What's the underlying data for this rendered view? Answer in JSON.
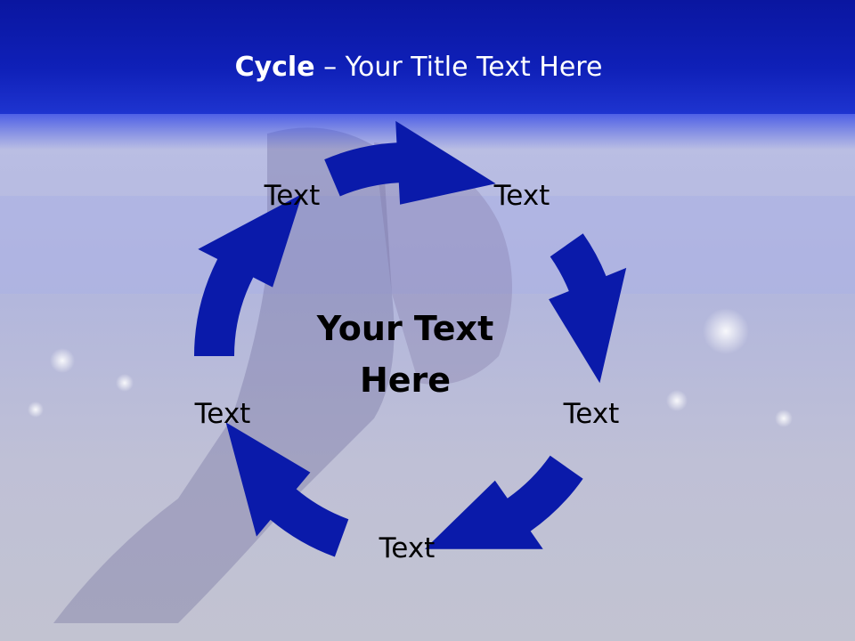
{
  "title": {
    "bold": "Cycle",
    "rest": " – Your Title Text Here"
  },
  "diagram": {
    "center": [
      "Your Text",
      "Here"
    ],
    "nodes": [
      "Text",
      "Text",
      "Text",
      "Text",
      "Text"
    ],
    "arrow_color": "#0a1aaa",
    "title_band_color": "#0b18a6"
  },
  "icons": [
    "cycle-arrow-icon"
  ]
}
